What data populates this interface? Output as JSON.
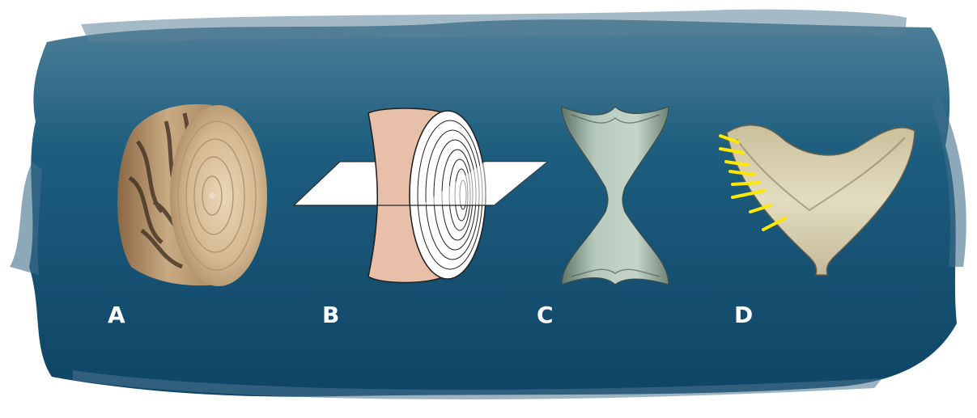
{
  "figure": {
    "background_color": "#1d5a7a",
    "accent_color": "#ffe800",
    "panels": [
      {
        "id": "A",
        "label": "A",
        "depicts": "vertebra-cross-section"
      },
      {
        "id": "B",
        "label": "B",
        "depicts": "vertebra-schematic-with-section-plane"
      },
      {
        "id": "C",
        "label": "C",
        "depicts": "hourglass-vertebra-section"
      },
      {
        "id": "D",
        "label": "D",
        "depicts": "half-vertebra-section-with-growth-marks"
      }
    ]
  }
}
